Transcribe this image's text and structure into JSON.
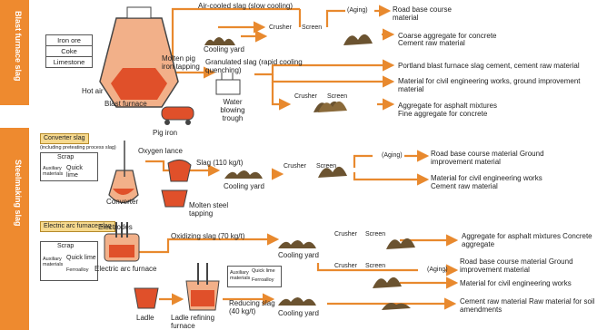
{
  "sections": {
    "blast": "Blast furnace slag",
    "steel": "Steelmaking slag"
  },
  "inputs_blast": [
    "Iron ore",
    "Coke",
    "Limestone"
  ],
  "blast": {
    "hot_air": "Hot air",
    "furnace": "Blast furnace",
    "molten_pig_iron": "Molten pig iron tapping",
    "pig_iron": "Pig iron",
    "air_cooled": "Air-cooled slag (slow cooling)",
    "cooling_yard": "Cooling yard",
    "crusher": "Crusher",
    "screen": "Screen",
    "aging": "(Aging)",
    "road_base": "Road base course material",
    "coarse_agg": "Coarse aggregate for concrete",
    "cement_raw": "Cement raw material",
    "granulated": "Granulated slag (rapid cooling quenching)",
    "water_trough": "Water blowing trough",
    "portland": "Portland blast furnace slag cement, cement raw material",
    "civil": "Material for civil engineering works, ground improvement material",
    "asphalt_fine": "Aggregate for asphalt mixtures Fine aggregate for concrete"
  },
  "converter": {
    "tag": "Converter slag",
    "note": "(including preteating process slag)",
    "scrap": "Scrap",
    "aux": "Auxiliary materials",
    "quick_lime": "Quick lime",
    "oxygen_lance": "Oxygen lance",
    "name": "Converter",
    "slag": "Slag (110 kg/t)",
    "cooling_yard": "Cooling yard",
    "crusher": "Crusher",
    "screen": "Screen",
    "molten_steel": "Molten steel tapping",
    "aging": "(Aging)",
    "road_base": "Road base course material Ground improvement material",
    "civil_cement": "Material for civil engineering works Cement raw material"
  },
  "eaf": {
    "tag": "Electric arc furnace slag",
    "electrodes": "Electrodes",
    "scrap": "Scrap",
    "aux": "Auxiliary materials",
    "quick_lime": "Quick lime",
    "ferroalloy": "Ferroalloy",
    "name": "Electric arc furnace",
    "oxidizing": "Oxidizing slag (70 kg/t)",
    "cooling_yard": "Cooling yard",
    "crusher": "Crusher",
    "screen": "Screen",
    "asphalt_concrete": "Aggregate for asphalt mixtures Concrete aggregate",
    "ladle": "Ladle",
    "ladle_refining": "Ladle refining furnace",
    "aux2": "Auxiliary materials",
    "quick_lime2": "Quick lime",
    "ferroalloy2": "Ferroalloy",
    "aging": "(Aging)",
    "road_base": "Road base course material Ground improvement material",
    "civil": "Material for civil engineering works",
    "reducing": "Reducing slag (40 kg/t)",
    "cooling_yard2": "Cooling yard",
    "cement_soil": "Cement raw material Raw material for soil amendments"
  },
  "colors": {
    "orange": "#ee8a2f",
    "arrow": "#e8892e",
    "pile": "#6b5330",
    "dashfill": "#fbf0d7"
  }
}
